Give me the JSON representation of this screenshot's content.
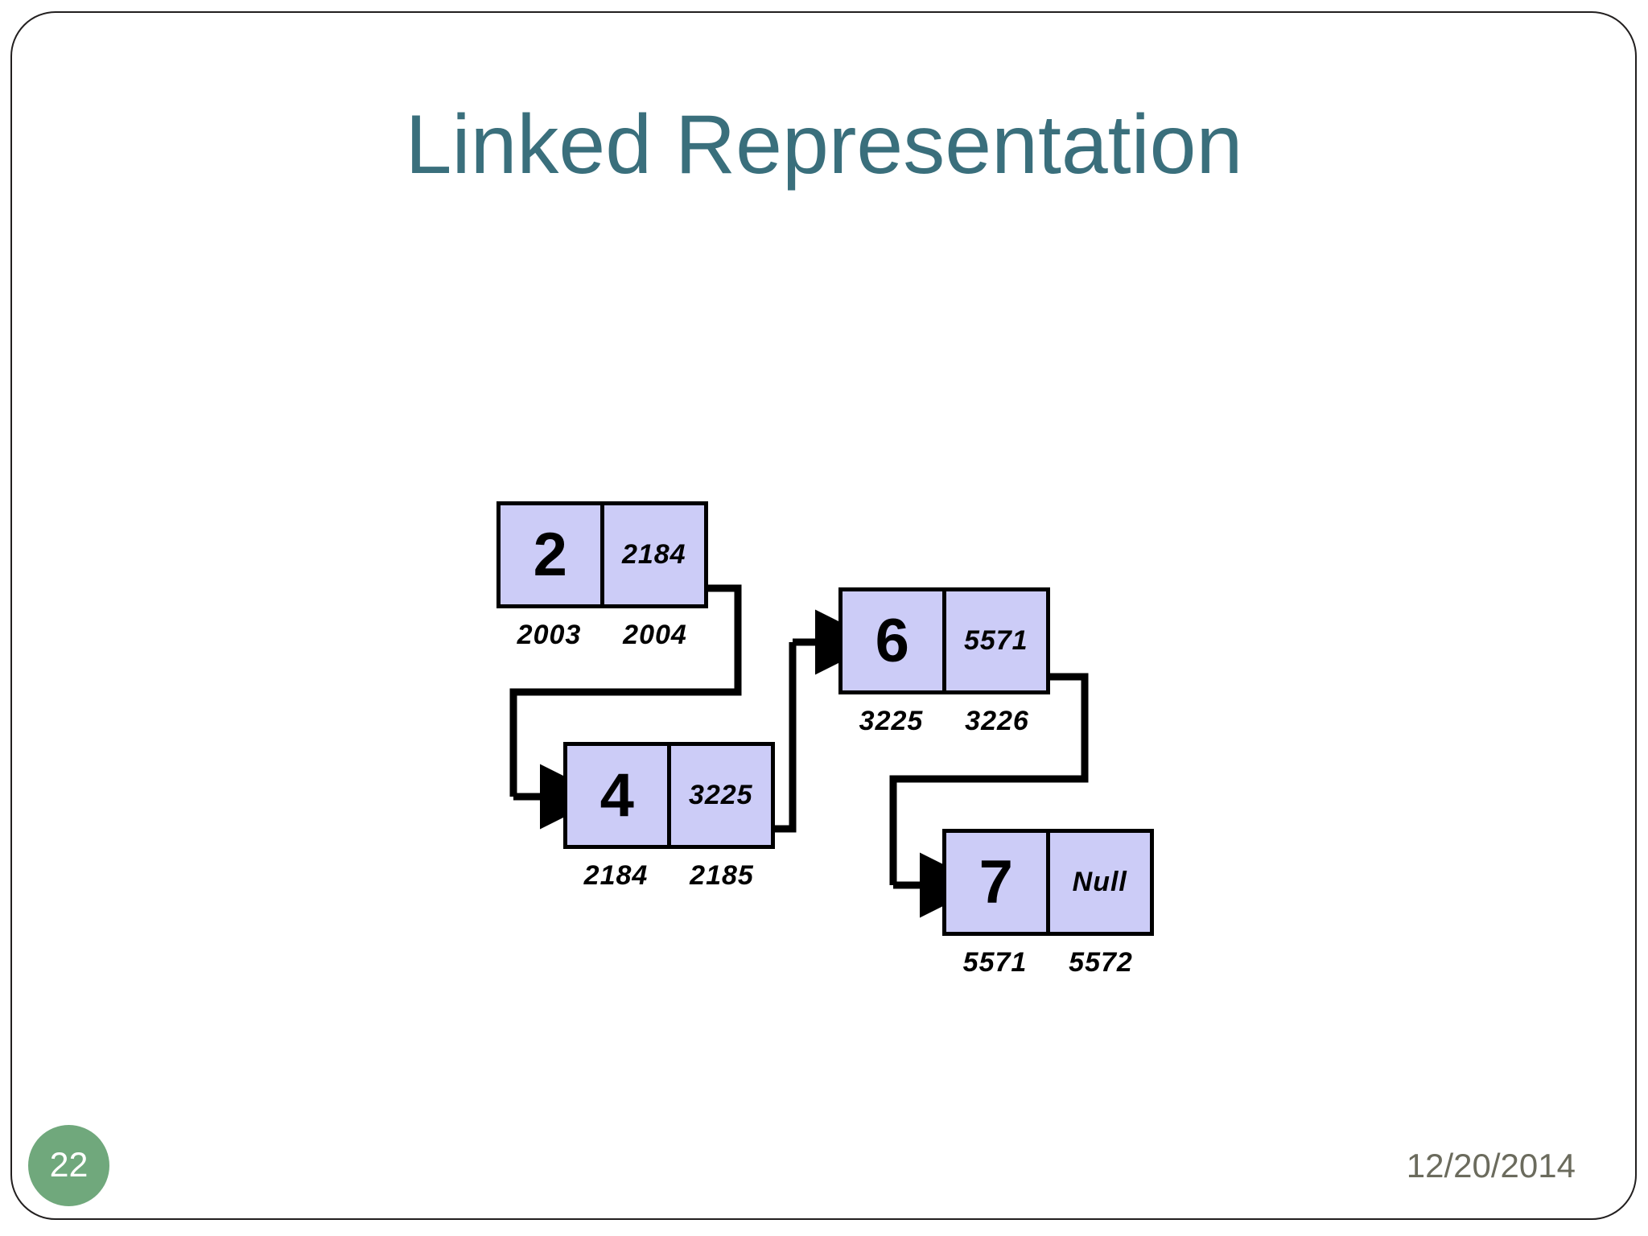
{
  "slide": {
    "title": "Linked Representation",
    "page_number": "22",
    "date": "12/20/2014",
    "colors": {
      "title": "#3a6f7c",
      "node_fill": "#ccccf7",
      "node_border": "#000000",
      "badge": "#70a87c",
      "footer_text": "#6b6b5d",
      "frame": "#221f1f"
    }
  },
  "diagram": {
    "type": "singly-linked-list",
    "nodes": [
      {
        "id": "node-2",
        "data": "2",
        "next": "2184",
        "data_address": "2003",
        "next_address": "2004"
      },
      {
        "id": "node-4",
        "data": "4",
        "next": "3225",
        "data_address": "2184",
        "next_address": "2185"
      },
      {
        "id": "node-6",
        "data": "6",
        "next": "5571",
        "data_address": "3225",
        "next_address": "3226"
      },
      {
        "id": "node-7",
        "data": "7",
        "next": "Null",
        "data_address": "5571",
        "next_address": "5572"
      }
    ],
    "links": [
      {
        "from": "node-2",
        "to": "node-4"
      },
      {
        "from": "node-4",
        "to": "node-6"
      },
      {
        "from": "node-6",
        "to": "node-7"
      }
    ]
  }
}
